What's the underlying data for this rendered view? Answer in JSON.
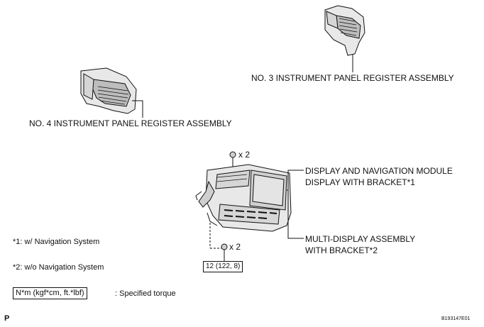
{
  "parts": {
    "no3_register": "NO. 3 INSTRUMENT PANEL REGISTER ASSEMBLY",
    "no4_register": "NO. 4 INSTRUMENT PANEL REGISTER ASSEMBLY",
    "display_nav_line1": "DISPLAY AND NAVIGATION MODULE",
    "display_nav_line2": "DISPLAY WITH BRACKET*1",
    "multi_display_line1": "MULTI-DISPLAY ASSEMBLY",
    "multi_display_line2": "WITH BRACKET*2"
  },
  "fasteners": {
    "upper_qty": "x 2",
    "lower_qty": "x 2",
    "torque_value": "12 (122, 8)"
  },
  "notes": {
    "note1": "*1: w/ Navigation System",
    "note2": "*2: w/o Navigation System"
  },
  "legend": {
    "torque_units": "N*m (kgf*cm, ft.*lbf)",
    "torque_desc": ": Specified torque"
  },
  "footer": {
    "page_marker": "P",
    "figure_code": "B193147E01"
  },
  "colors": {
    "line": "#111111",
    "part_fill": "#e8e8e8",
    "part_shade": "#bdbdbd",
    "screen_fill": "#d0d0d0"
  }
}
